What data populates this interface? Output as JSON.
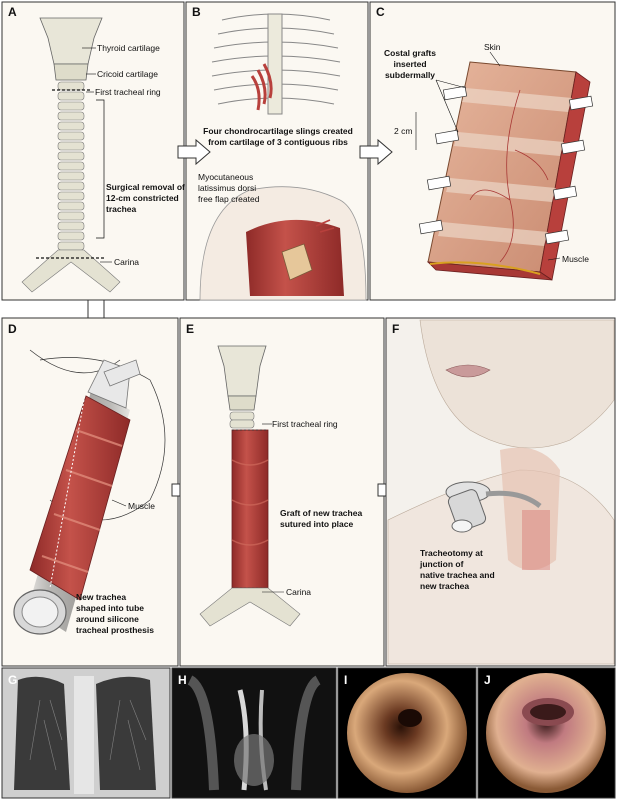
{
  "panels": {
    "A": {
      "letter": "A",
      "labels": {
        "thyroid": "Thyroid cartilage",
        "cricoid": "Cricoid cartilage",
        "first_ring": "First tracheal ring",
        "removal_1": "Surgical removal of",
        "removal_2": "12-cm constricted",
        "removal_3": "trachea",
        "carina": "Carina"
      }
    },
    "B": {
      "letter": "B",
      "labels": {
        "slings_1": "Four chondrocartilage slings created",
        "slings_2": "from cartilage of 3 contiguous ribs",
        "flap_1": "Myocutaneous",
        "flap_2": "latissimus dorsi",
        "flap_3": "free flap created"
      }
    },
    "C": {
      "letter": "C",
      "labels": {
        "grafts_1": "Costal grafts",
        "grafts_2": "inserted",
        "grafts_3": "subdermally",
        "skin": "Skin",
        "cm": "2 cm",
        "muscle": "Muscle"
      }
    },
    "D": {
      "letter": "D",
      "labels": {
        "muscle": "Muscle",
        "tube_1": "New trachea",
        "tube_2": "shaped into tube",
        "tube_3": "around silicone",
        "tube_4": "tracheal prosthesis"
      }
    },
    "E": {
      "letter": "E",
      "labels": {
        "first_ring": "First tracheal ring",
        "graft_1": "Graft of new trachea",
        "graft_2": "sutured into place",
        "carina": "Carina"
      }
    },
    "F": {
      "letter": "F",
      "labels": {
        "trach_1": "Tracheotomy at",
        "trach_2": "junction of",
        "trach_3": "native trachea and",
        "trach_4": "new trachea"
      }
    },
    "G": {
      "letter": "G"
    },
    "H": {
      "letter": "H"
    },
    "I": {
      "letter": "I"
    },
    "J": {
      "letter": "J"
    }
  },
  "colors": {
    "cartilage": "#e8e6d8",
    "muscle": "#b8403c",
    "muscle_light": "#d97b6a",
    "skin_flap": "#d9a48c",
    "panel_bg": "#fbf8f2",
    "border": "#333333",
    "endoscopy_dark": "#1a0f08",
    "endoscopy_light": "#d9a87a"
  }
}
